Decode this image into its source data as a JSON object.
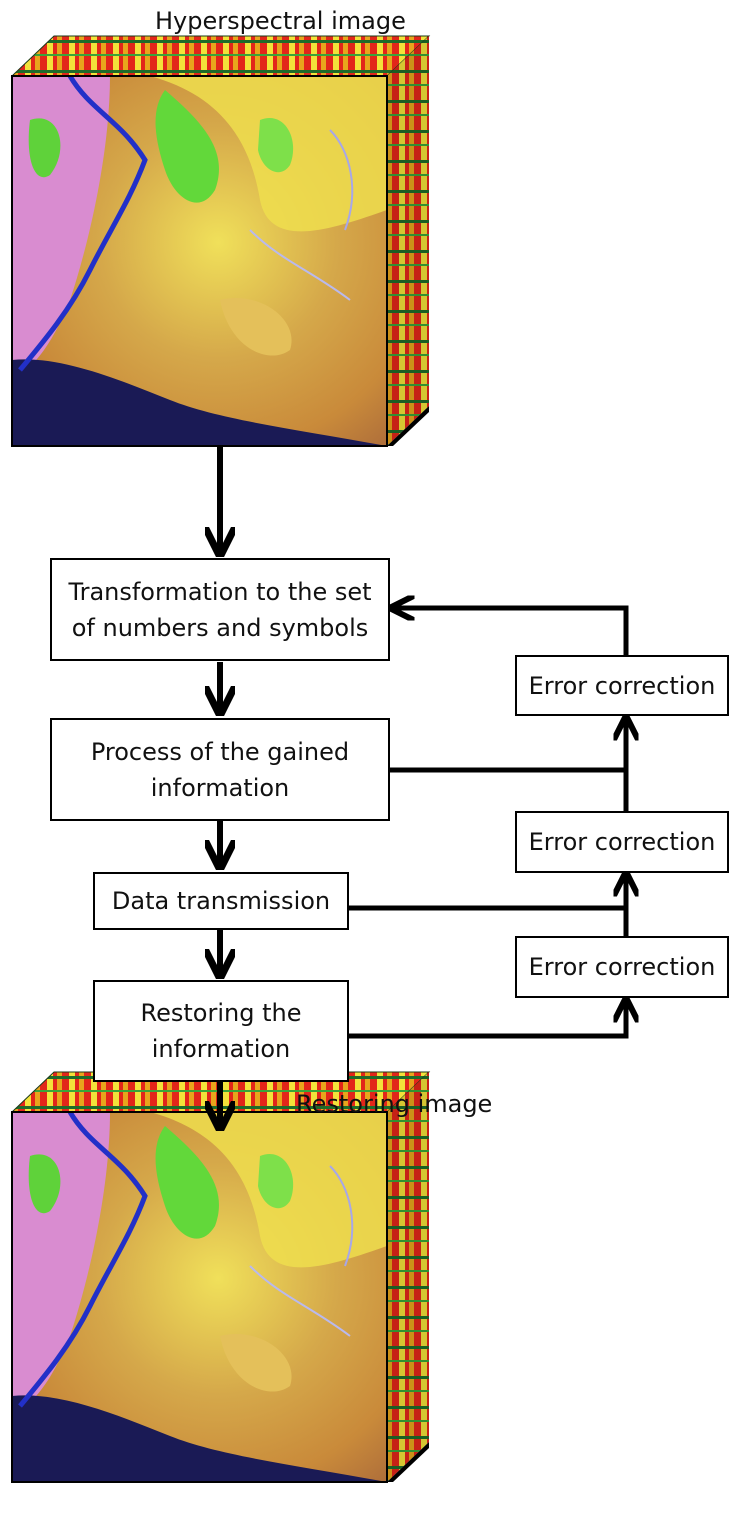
{
  "labels": {
    "input_image": "Hyperspectral image",
    "output_image": "Restoring image"
  },
  "steps": [
    {
      "line1": "Transformation to the set",
      "line2": "of numbers and symbols"
    },
    {
      "line1": "Process of the gained",
      "line2": "information"
    },
    {
      "line1": "Data transmission",
      "line2": ""
    },
    {
      "line1": "Restoring the",
      "line2": "information"
    }
  ],
  "corrections": [
    {
      "label": "Error correction"
    },
    {
      "label": "Error correction"
    },
    {
      "label": "Error correction"
    }
  ],
  "colors": {
    "line": "#000000",
    "cube_yellow": "#e8d23a",
    "cube_orange": "#c9903a",
    "cube_green": "#5fd23a",
    "cube_pink": "#d88ad0",
    "river_blue": "#2230c8",
    "cube_red": "#e2261a"
  }
}
